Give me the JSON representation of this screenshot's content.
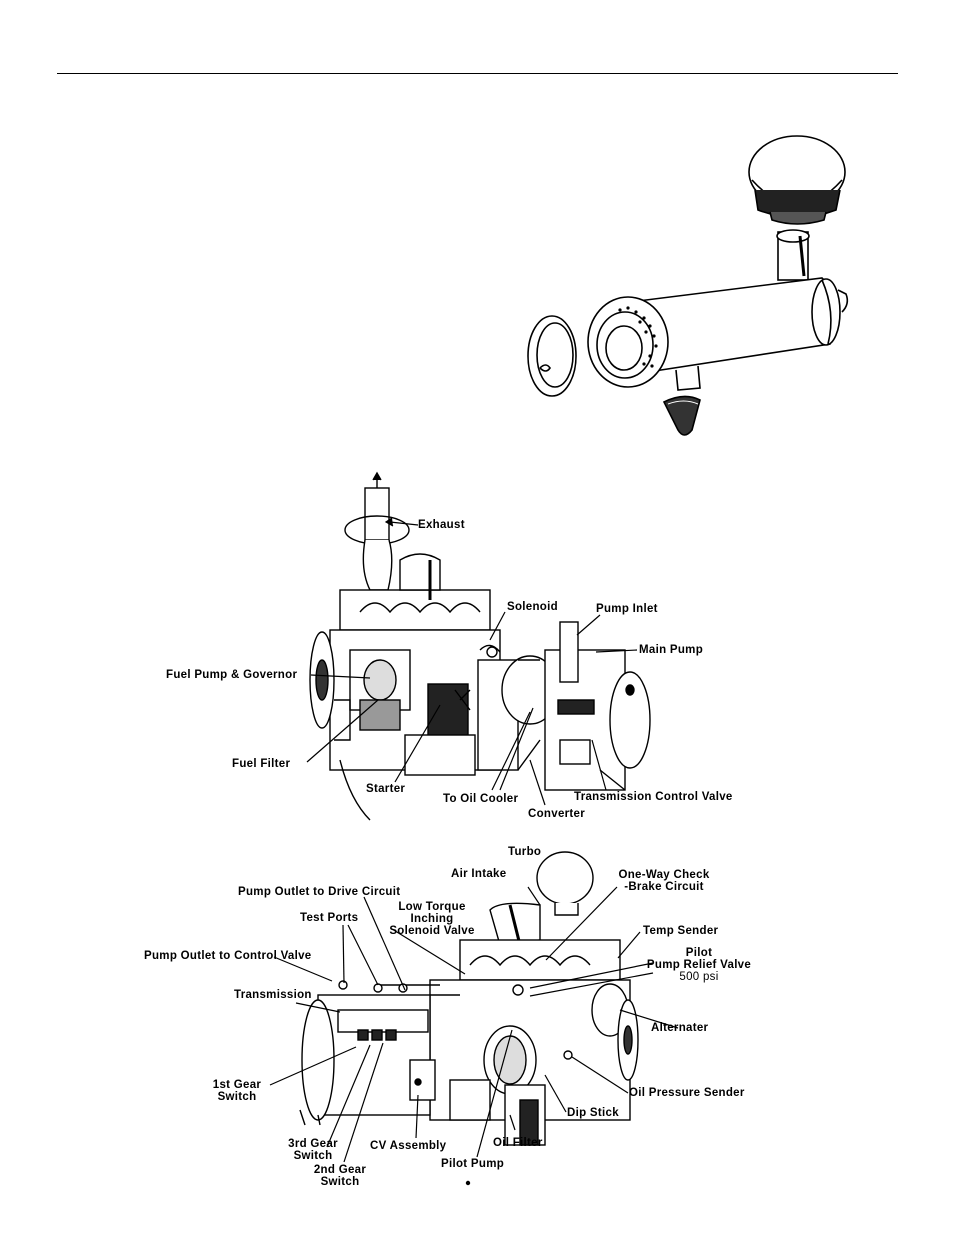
{
  "labels": {
    "exhaust": "Exhaust",
    "solenoid": "Solenoid",
    "pump_inlet": "Pump Inlet",
    "main_pump": "Main Pump",
    "fuel_pump_governor": "Fuel Pump & Governor",
    "fuel_filter": "Fuel Filter",
    "starter": "Starter",
    "to_oil_cooler": "To Oil Cooler",
    "converter": "Converter",
    "transmission_control_valve": "Transmission Control Valve",
    "turbo": "Turbo",
    "air_intake": "Air Intake",
    "one_way_check_1": "One-Way Check",
    "one_way_check_2": "-Brake Circuit",
    "pump_outlet_drive": "Pump Outlet to Drive Circuit",
    "low_torque_1": "Low Torque",
    "low_torque_2": "Inching",
    "low_torque_3": "Solenoid Valve",
    "test_ports": "Test Ports",
    "temp_sender": "Temp Sender",
    "pilot_relief_1": "Pilot",
    "pilot_relief_2": "Pump Relief Valve",
    "pilot_relief_3": "500 psi",
    "pump_outlet_control": "Pump Outlet to Control Valve",
    "transmission": "Transmission",
    "alternater": "Alternater",
    "first_gear_1": "1st Gear",
    "first_gear_2": "Switch",
    "oil_pressure_sender": "Oil Pressure Sender",
    "dip_stick": "Dip Stick",
    "third_gear_1": "3rd Gear",
    "third_gear_2": "Switch",
    "cv_assembly": "CV Assembly",
    "oil_filter": "Oil Filter",
    "second_gear_1": "2nd Gear",
    "second_gear_2": "Switch",
    "pilot_pump": "Pilot Pump"
  }
}
